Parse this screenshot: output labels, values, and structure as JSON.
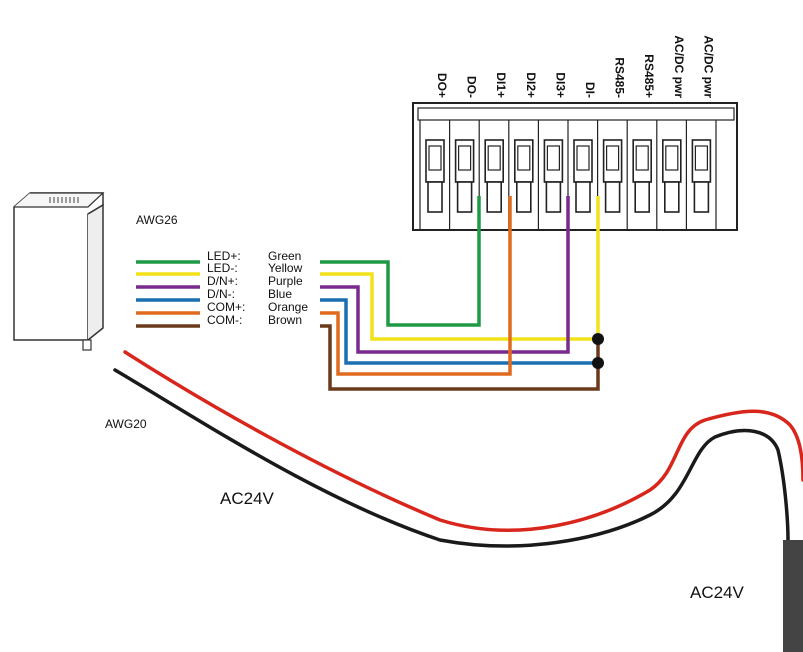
{
  "terminal_labels": [
    "DO+",
    "DO-",
    "DI1+",
    "DI2+",
    "DI3+",
    "DI-",
    "RS485-",
    "RS485+",
    "AC/DC pwr",
    "AC/DC pwr"
  ],
  "wires": [
    {
      "pin": "LED+:",
      "color_name": "Green",
      "color": "#1e9a45"
    },
    {
      "pin": "LED-:",
      "color_name": "Yellow",
      "color": "#f2e21a"
    },
    {
      "pin": "D/N+:",
      "color_name": "Purple",
      "color": "#7a2a8e"
    },
    {
      "pin": "D/N-:",
      "color_name": "Blue",
      "color": "#1a6fb0"
    },
    {
      "pin": "COM+:",
      "color_name": "Orange",
      "color": "#e06a1e"
    },
    {
      "pin": "COM-:",
      "color_name": "Brown",
      "color": "#6b3a1c"
    }
  ],
  "labels": {
    "awg26": "AWG26",
    "awg20": "AWG20",
    "ac24v_left": "AC24V",
    "ac24v_right": "AC24V"
  },
  "colors": {
    "power_red": "#d9261c",
    "power_black": "#1a1a1a"
  }
}
